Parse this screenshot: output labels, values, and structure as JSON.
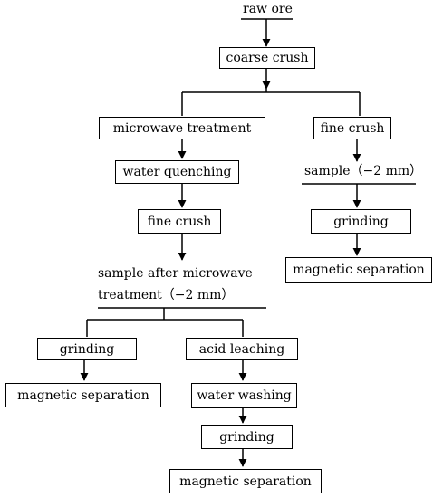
{
  "flowchart": {
    "raw_ore": "raw ore",
    "coarse_crush": "coarse crush",
    "left_branch": {
      "microwave_treatment": "microwave treatment",
      "water_quenching": "water quenching",
      "fine_crush": "fine crush",
      "sample_line1": "sample after microwave",
      "sample_line2": "treatment（−2 mm）",
      "sub_left": {
        "grinding": "grinding",
        "magnetic_separation": "magnetic separation"
      },
      "sub_right": {
        "acid_leaching": "acid leaching",
        "water_washing": "water washing",
        "grinding": "grinding",
        "magnetic_separation": "magnetic separation"
      }
    },
    "right_branch": {
      "fine_crush": "fine crush",
      "sample": "sample（−2 mm）",
      "grinding": "grinding",
      "magnetic_separation": "magnetic separation"
    }
  }
}
